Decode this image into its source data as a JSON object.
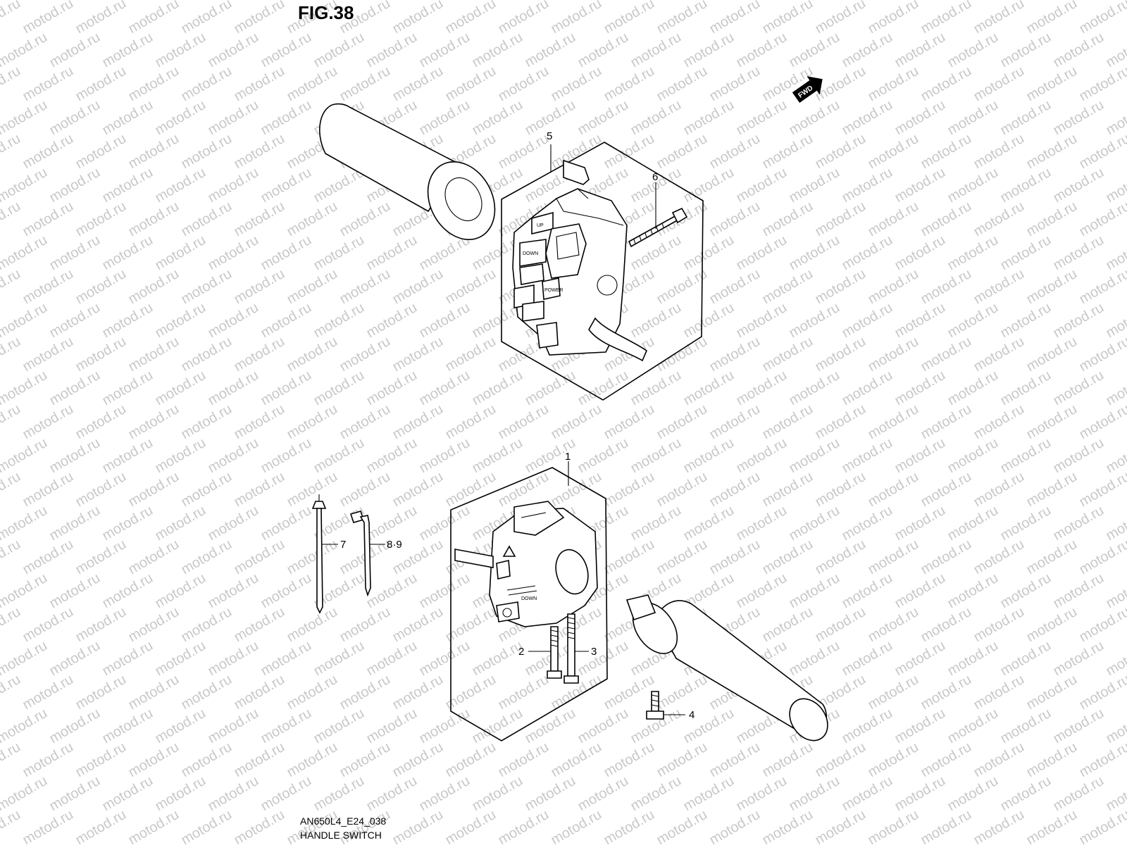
{
  "figure": {
    "title": "FIG.38",
    "code": "AN650L4_E24_038",
    "caption": "HANDLE SWITCH",
    "watermark": "motod.ru",
    "fwd_label": "FWD"
  },
  "callouts": [
    {
      "id": "5",
      "label": "5"
    },
    {
      "id": "6",
      "label": "6"
    },
    {
      "id": "1",
      "label": "1"
    },
    {
      "id": "7",
      "label": "7"
    },
    {
      "id": "8-9",
      "label": "8·9"
    },
    {
      "id": "2",
      "label": "2"
    },
    {
      "id": "3",
      "label": "3"
    },
    {
      "id": "4",
      "label": "4"
    }
  ],
  "switch_text": {
    "up": "UP",
    "down": "DOWN",
    "power": "POWER",
    "down2": "DOWN"
  }
}
